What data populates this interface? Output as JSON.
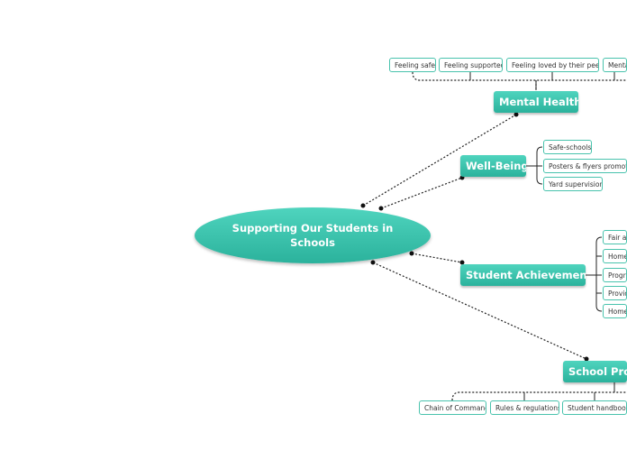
{
  "central": {
    "title": "Supporting Our Students in Schools"
  },
  "topics": {
    "mental_health": {
      "label": "Mental Health",
      "items": [
        "Feeling safe",
        "Feeling supported",
        "Feeling loved by their peers",
        "Mental"
      ]
    },
    "well_being": {
      "label": "Well-Being",
      "items": [
        "Safe-schools",
        "Posters & flyers promoting",
        "Yard supervision"
      ]
    },
    "student_achievement": {
      "label": "Student Achievement",
      "items": [
        "Fair as",
        "Home",
        "Progre",
        "Provid",
        "Homew"
      ]
    },
    "school_procedures": {
      "label": "School Proc",
      "items": [
        "Chain of Command",
        "Rules & regulations",
        "Student handbook"
      ]
    }
  },
  "colors": {
    "accent": "#2bb29c",
    "accent_light": "#4fd4be",
    "border": "#49c3ad"
  }
}
